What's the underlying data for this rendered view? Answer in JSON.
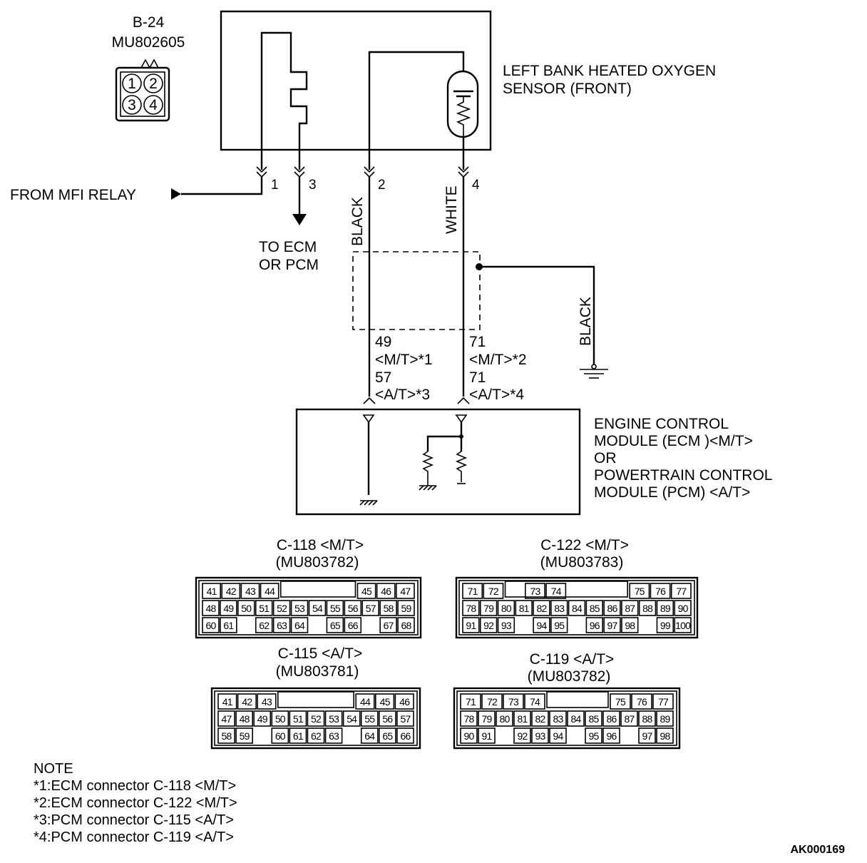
{
  "sensor_connector": {
    "id": "B-24",
    "part": "MU802605",
    "pins": [
      "1",
      "2",
      "3",
      "4"
    ]
  },
  "sensor_label": [
    "LEFT BANK HEATED OXYGEN",
    "SENSOR (FRONT)"
  ],
  "from_label": "FROM MFI RELAY",
  "to_label": [
    "TO ECM",
    "OR PCM"
  ],
  "pin_numbers": [
    "1",
    "3",
    "2",
    "4"
  ],
  "wire_colors": {
    "left": "BLACK",
    "right": "WHITE",
    "ground": "BLACK"
  },
  "left_terminal_labels": [
    "49",
    "<M/T>*1",
    "57",
    "<A/T>*3"
  ],
  "right_terminal_labels": [
    "71",
    "<M/T>*2",
    "71",
    "<A/T>*4"
  ],
  "ecm_label": [
    "ENGINE CONTROL",
    "MODULE (ECM )<M/T>",
    "OR",
    "POWERTRAIN CONTROL",
    "MODULE (PCM) <A/T>"
  ],
  "connectors": [
    {
      "title": "C-118 <M/T>",
      "part": "(MU803782)",
      "rows": [
        [
          "41",
          "42",
          "43",
          "44",
          "",
          "",
          "",
          "",
          "45",
          "46",
          "47"
        ],
        [
          "48",
          "49",
          "50",
          "51",
          "52",
          "53",
          "54",
          "55",
          "56",
          "57",
          "58",
          "59"
        ],
        [
          "60",
          "61",
          "",
          "62",
          "63",
          "64",
          "",
          "65",
          "66",
          "",
          "67",
          "68"
        ]
      ]
    },
    {
      "title": "C-122 <M/T>",
      "part": "(MU803783)",
      "rows": [
        [
          "71",
          "72",
          "",
          "73",
          "74",
          "",
          "",
          "",
          "75",
          "76",
          "77"
        ],
        [
          "78",
          "79",
          "80",
          "81",
          "82",
          "83",
          "84",
          "85",
          "86",
          "87",
          "88",
          "89",
          "90"
        ],
        [
          "91",
          "92",
          "93",
          "",
          "94",
          "95",
          "",
          "96",
          "97",
          "98",
          "",
          "99",
          "100"
        ]
      ]
    },
    {
      "title": "C-115 <A/T>",
      "part": "(MU803781)",
      "rows": [
        [
          "41",
          "42",
          "43",
          "",
          "",
          "",
          "",
          "44",
          "45",
          "46"
        ],
        [
          "47",
          "48",
          "49",
          "50",
          "51",
          "52",
          "53",
          "54",
          "55",
          "56",
          "57"
        ],
        [
          "58",
          "59",
          "",
          "60",
          "61",
          "62",
          "63",
          "",
          "64",
          "65",
          "66"
        ]
      ]
    },
    {
      "title": "C-119 <A/T>",
      "part": "(MU803782)",
      "rows": [
        [
          "71",
          "72",
          "73",
          "74",
          "",
          "",
          "",
          "75",
          "76",
          "77"
        ],
        [
          "78",
          "79",
          "80",
          "81",
          "82",
          "83",
          "84",
          "85",
          "86",
          "87",
          "88",
          "89"
        ],
        [
          "90",
          "91",
          "",
          "92",
          "93",
          "94",
          "",
          "95",
          "96",
          "",
          "97",
          "98"
        ]
      ]
    }
  ],
  "notes": {
    "heading": "NOTE",
    "lines": [
      "*1:ECM connector C-118 <M/T>",
      "*2:ECM connector C-122 <M/T>",
      "*3:PCM connector C-115 <A/T>",
      "*4:PCM connector C-119 <A/T>"
    ]
  },
  "figure_code": "AK000169"
}
